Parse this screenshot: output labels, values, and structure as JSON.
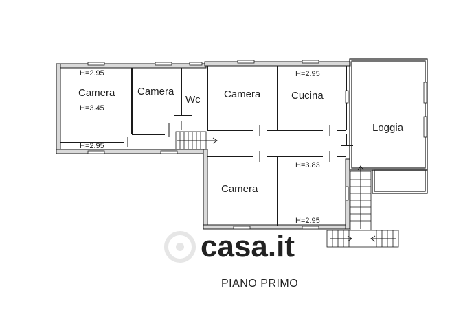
{
  "rooms": {
    "camera_1": "Camera",
    "camera_2": "Camera",
    "wc": "Wc",
    "camera_3": "Camera",
    "cucina": "Cucina",
    "loggia": "Loggia",
    "camera_4": "Camera"
  },
  "heights": {
    "camera_1_top": "H=2.95",
    "camera_1_mid": "H=3.45",
    "camera_1_bottom": "H=2.95",
    "cucina_top": "H=2.95",
    "corridor": "H=3.83",
    "camera_4_bottom": "H=2.95"
  },
  "watermark": "casa.it",
  "title": "PIANO PRIMO"
}
